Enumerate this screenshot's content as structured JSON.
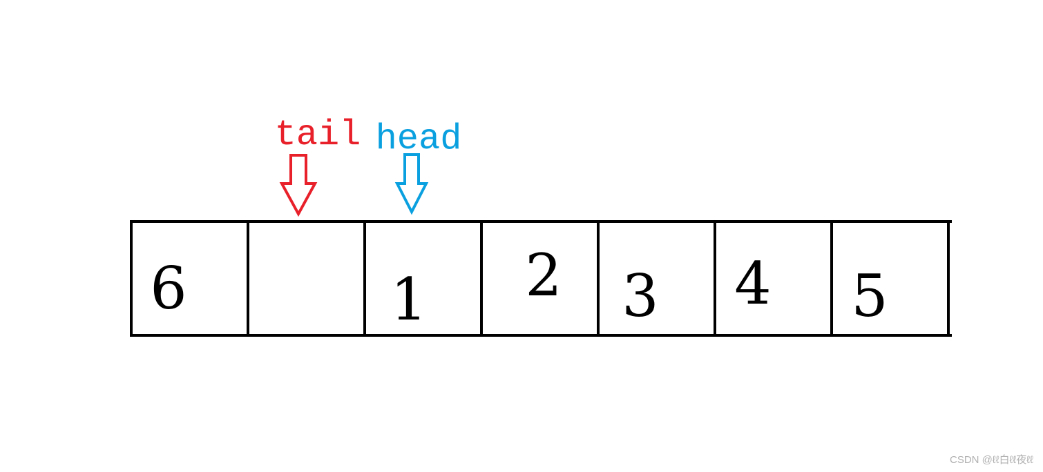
{
  "colors": {
    "tail": "#e8202a",
    "head": "#0aa0e0",
    "cell_border": "#000000"
  },
  "queue": {
    "cells": [
      {
        "value": "6"
      },
      {
        "value": ""
      },
      {
        "value": "1"
      },
      {
        "value": "2"
      },
      {
        "value": "3"
      },
      {
        "value": "4"
      },
      {
        "value": "5"
      }
    ]
  },
  "pointers": {
    "tail": {
      "label": "tail",
      "cell_index": 1,
      "icon": "down-arrow-icon"
    },
    "head": {
      "label": "head",
      "cell_index": 2,
      "icon": "down-arrow-icon"
    }
  },
  "watermark": {
    "text": "CSDN @ℓℓ白ℓℓ夜ℓℓ"
  }
}
